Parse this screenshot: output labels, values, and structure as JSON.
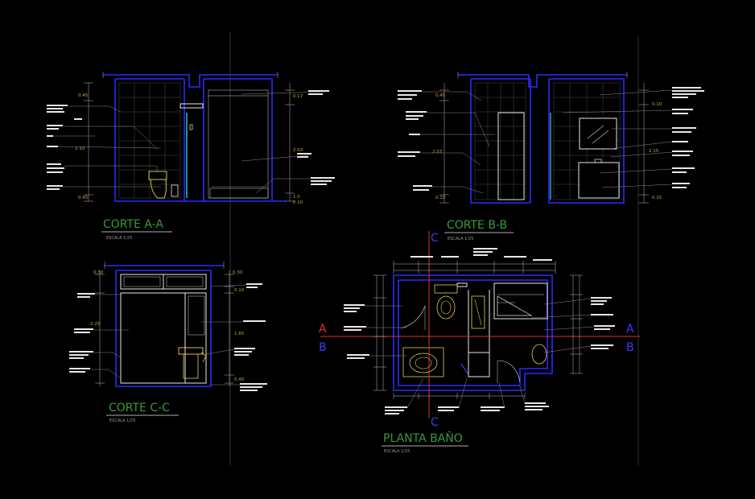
{
  "views": {
    "aa": {
      "title": "CORTE A-A",
      "scale": "ESCALA 1/25"
    },
    "bb": {
      "title": "CORTE B-B",
      "scale": "ESCALA 1/25"
    },
    "cc": {
      "title": "CORTE C-C",
      "scale": "ESCALA 1/25"
    },
    "plan": {
      "title": "PLANTA BAÑO",
      "scale": "ESCALA 1/25"
    }
  },
  "cut_markers": {
    "a": "A",
    "b": "B",
    "c": "C"
  },
  "dimensions": {
    "aa": [
      "0.45",
      "2.10",
      "0.45",
      "0.17",
      "2.03",
      "1.0",
      "0.10"
    ],
    "bb": [
      "0.45",
      "2.03",
      "0.15",
      "0.10",
      "2.15",
      "0.15"
    ],
    "cc": [
      "0.30",
      "0.30",
      "2.25",
      "1.65",
      "0.10",
      "0.40"
    ]
  },
  "colors": {
    "background": "#000000",
    "wall": "#2b2bff",
    "title": "#3a9a3a",
    "dimension": "#d9a13a",
    "cut_red": "#e03030",
    "cut_blue": "#3a3aff",
    "fixture": "#e6d24a",
    "glass": "#2fd0d0"
  }
}
